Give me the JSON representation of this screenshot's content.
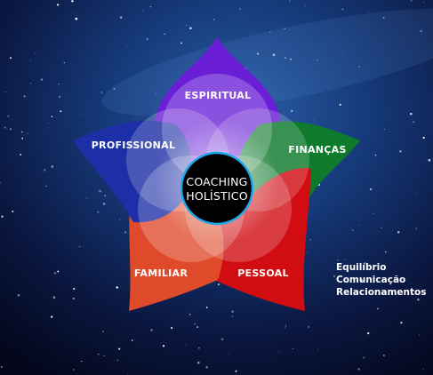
{
  "diagram": {
    "center": {
      "line1": "COACHING",
      "line2": "HOLÍSTICO"
    },
    "petals": [
      {
        "id": "espiritual",
        "label": "ESPIRITUAL",
        "color": "#6a1fd6"
      },
      {
        "id": "financas",
        "label": "FINANÇAS",
        "color": "#0f7a2c"
      },
      {
        "id": "pessoal",
        "label": "PESSOAL",
        "color": "#d10d12"
      },
      {
        "id": "familiar",
        "label": "FAMILIAR",
        "color": "#df4a2a"
      },
      {
        "id": "profissional",
        "label": "PROFISSIONAL",
        "color": "#1c2fa6"
      }
    ],
    "side_notes": [
      "Equilíbrio",
      "Comunicação",
      "Relacionamentos"
    ]
  },
  "colors": {
    "background": "#05081c",
    "center_ring": "#1ea8e8",
    "center_fill": "#000000"
  }
}
